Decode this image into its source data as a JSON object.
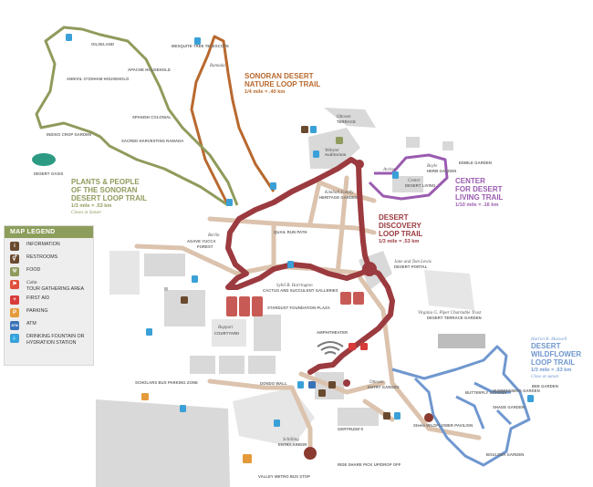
{
  "trails": {
    "sonoran_nature": {
      "title_line1": "SONORAN DESERT",
      "title_line2": "NATURE LOOP TRAIL",
      "distance": "1/4 mile = .40 km",
      "color": "#b8692e"
    },
    "plants_people": {
      "title_line1": "PLANTS & PEOPLE",
      "title_line2": "OF THE SONORAN",
      "title_line3": "DESERT LOOP TRAIL",
      "distance": "1/3 mile = .53 km",
      "note": "Closes at Sunset",
      "color": "#8f9b5b"
    },
    "desert_discovery": {
      "title_line1": "DESERT",
      "title_line2": "DISCOVERY",
      "title_line3": "LOOP TRAIL",
      "distance": "1/3 mile = .53 km",
      "color": "#9b3a3f"
    },
    "center_living": {
      "title_line1": "CENTER",
      "title_line2": "FOR DESERT",
      "title_line3": "LIVING TRAIL",
      "distance": "1/10 mile = .16 km",
      "color": "#9a5bb0"
    },
    "wildflower": {
      "pre": "Harriet K. Maxwell",
      "title_line1": "DESERT",
      "title_line2": "WILDFLOWER",
      "title_line3": "LOOP TRAIL",
      "distance": "1/3 mile = .53 km",
      "note": "Close at sunset",
      "color": "#6f97cf"
    }
  },
  "places": {
    "oilseland": "OILSELAND",
    "apache_household": "APACHE HOUSEHOLD",
    "mexican_tree": "MESQUITE TREE TELESCOPE",
    "sonoran_ramada": "Ramada",
    "oodham": "ANNIVIL O'ODHAM HOUSEHOLD",
    "spanish_colonial": "SPANISH COLONIAL",
    "indigo": "INDIGO CROP GARDEN",
    "sacred": "SACRED HARVESTING RAMADA",
    "desert_oasis": "DESERT OASIS",
    "ottosen": "Ottosen",
    "terrace": "TERRACE",
    "webster": "Webster",
    "auditorium": "Auditorium",
    "kimball_pre": "Kimball Family",
    "heritage_garden": "HERITAGE GARDEN",
    "boyle": "Boyle",
    "herb_garden": "HERB GARDEN",
    "edible": "EDIBLE GARDEN",
    "archer": "Archer",
    "center": "Center",
    "desert_living": "DESERT LIVING",
    "jane_tom": "Jane and Tom Lewis",
    "desert_portal": "DESERT PORTAL",
    "berlin": "Berlin",
    "agave_yucca": "AGAVE YUCCA",
    "forest": "FOREST",
    "quail_run": "QUAIL RUN PATH",
    "sybil": "Sybil B. Harrington",
    "cactus_galleries": "CACTUS AND SUCCULENT GALLERIES",
    "stardust": "STARDUST FOUNDATION PLAZA",
    "virginia": "Virginia G. Piper Charitable Trust",
    "desert_terrace": "DESERT TERRACE GARDEN",
    "amphitheater": "AMPHITHEATER",
    "boppart": "Boppart",
    "courtyard": "COURTYARD",
    "schilling": "Schilling",
    "entry_arbor": "ENTRY ARBOR",
    "dondo_wall": "DONDO WALL",
    "ottosen_entry": "Ottosen",
    "entry_garden": "ENTRY GARDEN",
    "gertrudes": "GERTRUDE'S",
    "wildflower_pavilion": "Steele WILDFLOWER PAVILION",
    "butterfly": "BUTTERFLY GARDEN",
    "hummingbird": "HUMMINGBIRD GARDEN",
    "shade": "SHADE GARDEN",
    "boulder": "BOULDER GARDEN",
    "bee": "BEE GARDEN",
    "scholarship": "SCHOLARS BUS PARKING ZONE",
    "valley_metro": "VALLEY METRO BUS STOP",
    "rideshare": "RIDE SHARE PICK UP/DROP OFF"
  },
  "legend": {
    "title": "MAP LEGEND",
    "items": [
      {
        "label": "INFORMATION",
        "icon": "info-icon",
        "color": "#6a4a2e",
        "glyph": "i"
      },
      {
        "label": "RESTROOMS",
        "icon": "restroom-icon",
        "color": "#6a4a2e",
        "glyph": "⚥"
      },
      {
        "label": "FOOD",
        "icon": "food-icon",
        "color": "#8f9b5b",
        "glyph": "Ψ"
      },
      {
        "label_line1": "Cohn",
        "label_line2": "TOUR GATHERING AREA",
        "icon": "tour-icon",
        "color": "#e0503a",
        "glyph": "⚑"
      },
      {
        "label": "FIRST AID",
        "icon": "first-aid-icon",
        "color": "#d83a3a",
        "glyph": "+"
      },
      {
        "label": "PARKING",
        "icon": "parking-icon",
        "color": "#e59a3a",
        "glyph": "P"
      },
      {
        "label": "ATM",
        "icon": "atm-icon",
        "color": "#3a72b8",
        "glyph": "ATM"
      },
      {
        "label_line1": "DRINKING FOUNTAIN OR",
        "label_line2": "HYDRATION STATION",
        "icon": "water-drop-icon",
        "color": "#3aa0d8",
        "glyph": "💧"
      }
    ]
  }
}
